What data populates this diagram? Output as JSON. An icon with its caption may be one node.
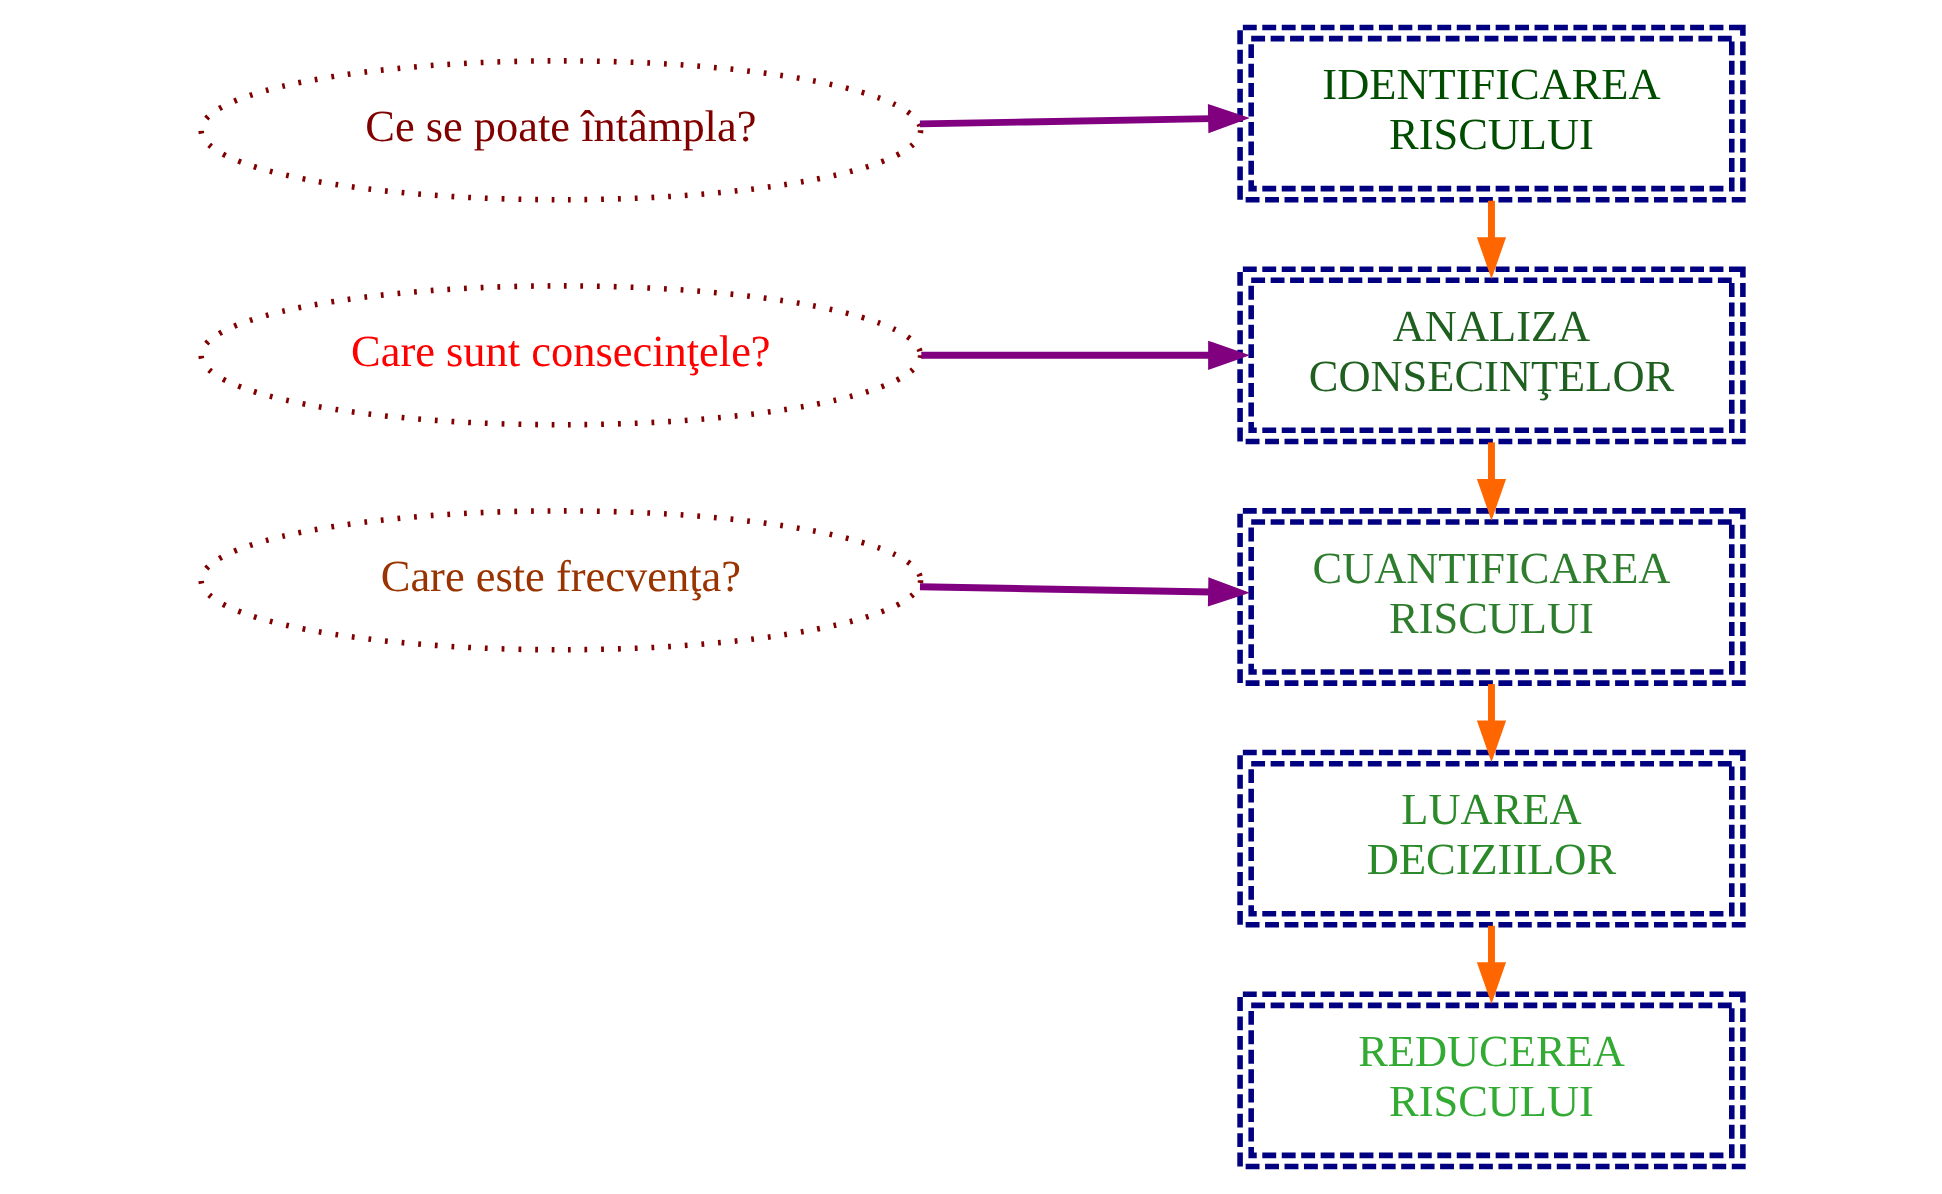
{
  "diagram": {
    "nodes": [
      {
        "text": [
          "Ce se poate întâmpla?"
        ]
      },
      {
        "text": [
          "Care sunt consecinţele?"
        ]
      },
      {
        "text": [
          "Care este frecvenţa?"
        ]
      },
      {
        "text": [
          "IDENTIFICAREA RISCULUI"
        ]
      },
      {
        "text": [
          "ANALIZA CONSECINŢELOR"
        ]
      },
      {
        "text": [
          "CUANTIFICAREA RISCULUI"
        ]
      },
      {
        "text": [
          "LUAREA DECIZIILOR"
        ]
      },
      {
        "text": [
          "REDUCEREA RISCULUI"
        ]
      }
    ],
    "edges": [
      {
        "from": 0,
        "to": 3,
        "arrow": "to",
        "color": "#800080"
      },
      {
        "from": 1,
        "to": 4,
        "arrow": "to",
        "color": "#800080"
      },
      {
        "from": 2,
        "to": 5,
        "arrow": "to",
        "color": "#800080"
      },
      {
        "from": 3,
        "to": 4,
        "arrow": "to"
      },
      {
        "from": 4,
        "to": 5,
        "arrow": "to"
      },
      {
        "from": 5,
        "to": 6,
        "arrow": "to"
      },
      {
        "from": 6,
        "to": 7,
        "arrow": "to"
      }
    ]
  }
}
